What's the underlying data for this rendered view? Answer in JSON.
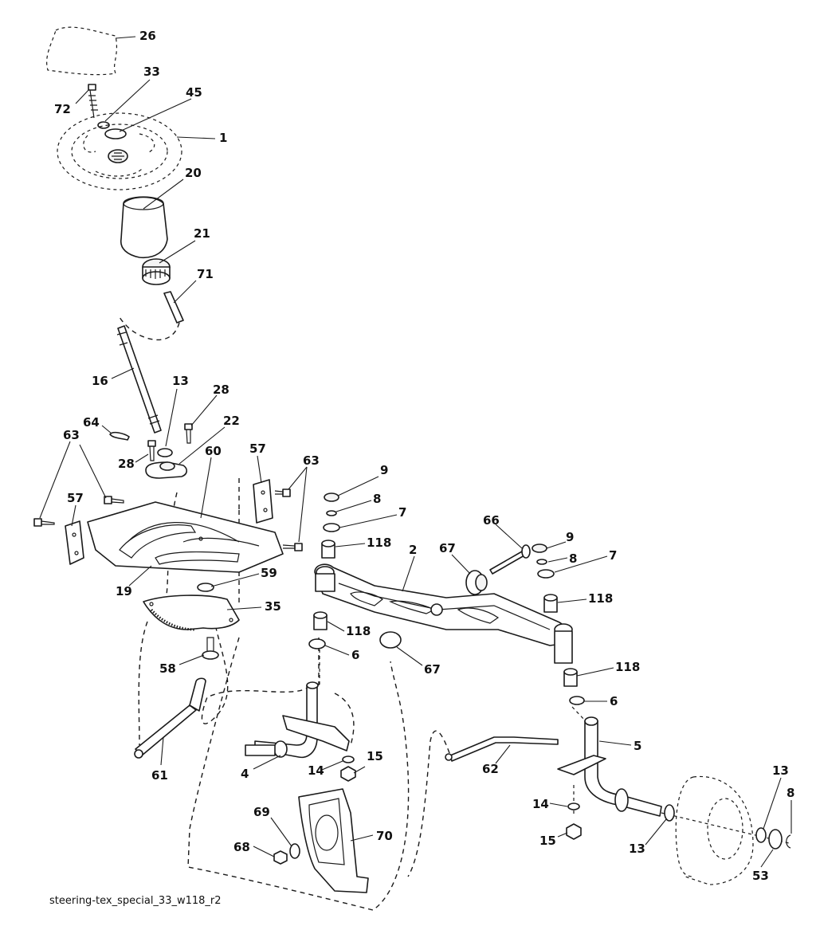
{
  "caption": "steering-tex_special_33_w118_r2",
  "callouts": {
    "c26": "26",
    "c33": "33",
    "c72": "72",
    "c45": "45",
    "c1": "1",
    "c20": "20",
    "c21": "21",
    "c71": "71",
    "c16": "16",
    "c13a": "13",
    "c28a": "28",
    "c64": "64",
    "c22": "22",
    "c28b": "28",
    "c63a": "63",
    "c57a": "57",
    "c60": "60",
    "c63b": "63",
    "c57b": "57",
    "c19": "19",
    "c59": "59",
    "c35": "35",
    "c58": "58",
    "c61": "61",
    "c9a": "9",
    "c8a": "8",
    "c7a": "7",
    "c118a": "118",
    "c66": "66",
    "c67a": "67",
    "c2": "2",
    "c9b": "9",
    "c8b": "8",
    "c7b": "7",
    "c118b": "118",
    "c118c": "118",
    "c6a": "6",
    "c67b": "67",
    "c118d": "118",
    "c6b": "6",
    "c5": "5",
    "c4": "4",
    "c15a": "15",
    "c14a": "14",
    "c62": "62",
    "c13b": "13",
    "c8c": "8",
    "c14b": "14",
    "c15b": "15",
    "c13c": "13",
    "c53": "53",
    "c69": "69",
    "c70": "70",
    "c68": "68"
  }
}
